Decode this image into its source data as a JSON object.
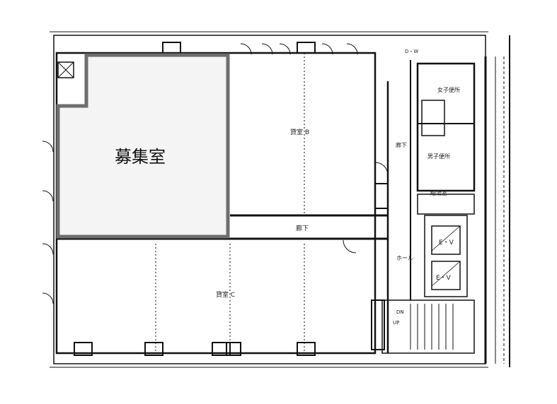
{
  "highlight": {
    "label": "募集室",
    "fill": "#f4f4f4",
    "border": "#6e6e6e"
  },
  "rooms": {
    "room_b": "貸室 B",
    "room_c": "貸室 C",
    "corridor_center": "廊下",
    "corridor_side": "廊下",
    "womens_toilet": "女子便所",
    "mens_toilet": "男子便所",
    "kitchenette": "給湯室",
    "hall": "ホール",
    "ev1": "E・V",
    "ev2": "E・V",
    "stairs_dn": "DN",
    "stairs_up": "UP",
    "top_dw": "D・W"
  }
}
